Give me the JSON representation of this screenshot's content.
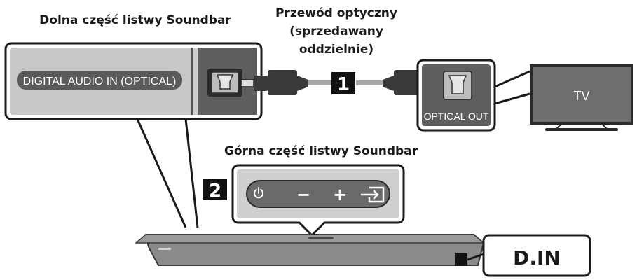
{
  "labels": {
    "bottom_title": "Dolna część listwy Soundbar",
    "cable_line1": "Przewód optyczny",
    "cable_line2": "(sprzedawany",
    "cable_line3": "oddzielnie)",
    "top_title": "Górna część listwy Soundbar",
    "digital_audio_in": "DIGITAL AUDIO IN (OPTICAL)",
    "optical_out": "OPTICAL OUT",
    "tv": "TV",
    "step1": "1",
    "step2": "2",
    "d_in": "D.IN"
  },
  "buttons": {
    "power": "power-icon",
    "minus": "−",
    "plus": "+",
    "source": "source-icon"
  },
  "colors": {
    "panel_dark": "#5a5a5a",
    "panel_light": "#cfcfcf",
    "soundbar": "#7a7a7a",
    "tv_screen": "#6e6e6e",
    "text": "#1a1a1a",
    "cable": "#3a3a3a"
  }
}
